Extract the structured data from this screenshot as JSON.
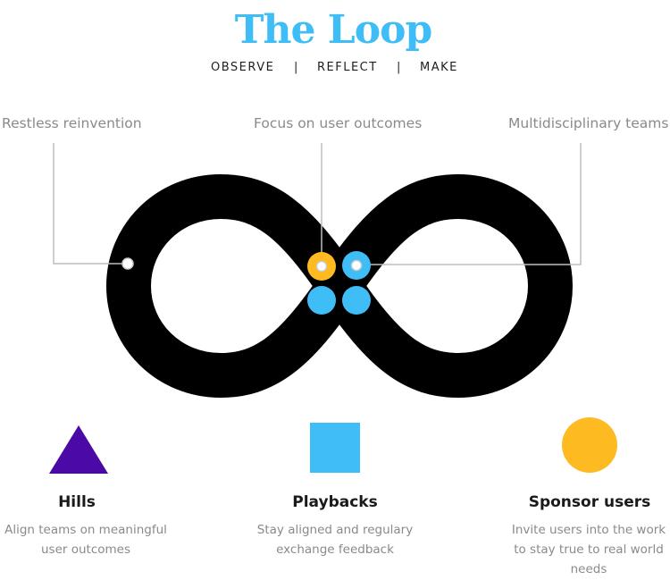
{
  "header": {
    "title": "The Loop",
    "steps": [
      "OBSERVE",
      "|",
      "REFLECT",
      "|",
      "MAKE"
    ]
  },
  "callouts": {
    "left": "Restless reinvention",
    "center": "Focus on user outcomes",
    "right": "Multidisciplinary teams"
  },
  "columns": [
    {
      "title": "Hills",
      "description": "Align teams on meaningful user outcomes",
      "shape": "triangle-icon"
    },
    {
      "title": "Playbacks",
      "description": "Stay aligned and regulary exchange feedback",
      "shape": "square-icon"
    },
    {
      "title": "Sponsor users",
      "description": "Invite users into the work to stay true to real world needs",
      "shape": "circle-icon"
    }
  ],
  "colors": {
    "accent_blue": "#3ebdf6",
    "purple": "#4b0aa6",
    "yellow": "#fdbb21",
    "loop": "#000000",
    "callout_text": "#8a8a8a"
  }
}
